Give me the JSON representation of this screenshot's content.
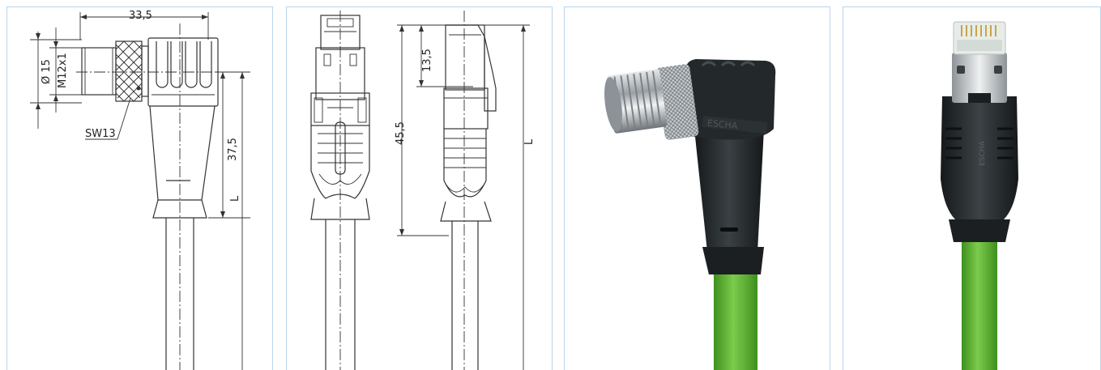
{
  "drawing_side": {
    "dim_width": "33,5",
    "dim_dia": "Ø 15",
    "dim_thread": "M12x1",
    "dim_wrench": "SW13",
    "dim_height": "37,5",
    "dim_length": "L"
  },
  "drawing_front": {
    "dim_top": "13,5",
    "dim_height": "45,5",
    "dim_length": "L"
  },
  "photo_angled": {
    "brand_text": "ESCHA"
  },
  "photo_straight": {
    "brand_text": "ESCHA"
  },
  "colors": {
    "panel_border": "#b9d4ec",
    "cable_green": "#5bb12f",
    "overmold_black": "#23282a"
  }
}
